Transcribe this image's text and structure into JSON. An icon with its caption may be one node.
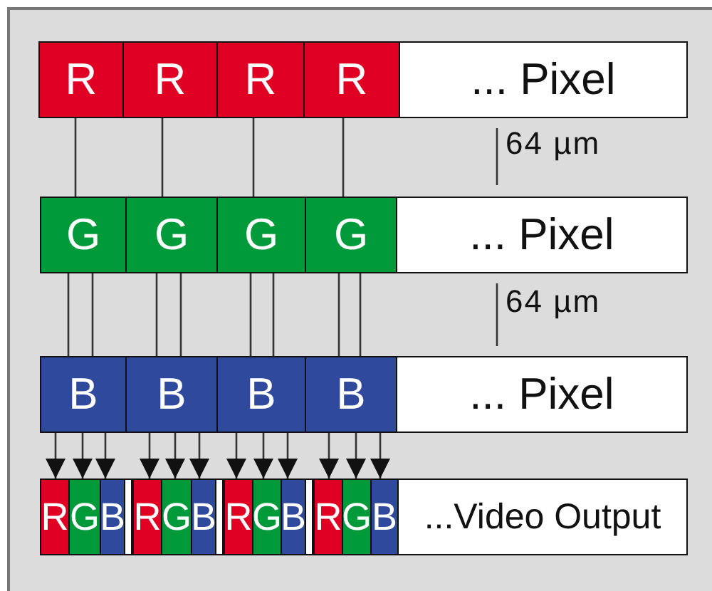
{
  "diagram": {
    "nodes": [
      {
        "text": [
          "R"
        ]
      },
      {
        "text": [
          "R"
        ]
      },
      {
        "text": [
          "R"
        ]
      },
      {
        "text": [
          "R"
        ]
      },
      {
        "text": [
          "... Pixel"
        ]
      },
      {
        "text": [
          "G"
        ]
      },
      {
        "text": [
          "G"
        ]
      },
      {
        "text": [
          "G"
        ]
      },
      {
        "text": [
          "G"
        ]
      },
      {
        "text": [
          "... Pixel"
        ]
      },
      {
        "text": [
          "B"
        ]
      },
      {
        "text": [
          "B"
        ]
      },
      {
        "text": [
          "B"
        ]
      },
      {
        "text": [
          "B"
        ]
      },
      {
        "text": [
          "... Pixel"
        ]
      },
      {
        "text": [
          "R"
        ]
      },
      {
        "text": [
          "G"
        ]
      },
      {
        "text": [
          "B"
        ]
      },
      {
        "text": [
          "R"
        ]
      },
      {
        "text": [
          "G"
        ]
      },
      {
        "text": [
          "B"
        ]
      },
      {
        "text": [
          "R"
        ]
      },
      {
        "text": [
          "G"
        ]
      },
      {
        "text": [
          "B"
        ]
      },
      {
        "text": [
          "R"
        ]
      },
      {
        "text": [
          "G"
        ]
      },
      {
        "text": [
          "B"
        ]
      },
      {
        "text": [
          "...Video Output"
        ]
      }
    ],
    "edges": [
      {
        "from": 0,
        "to": 5,
        "arrow": "none"
      },
      {
        "from": 1,
        "to": 6,
        "arrow": "none"
      },
      {
        "from": 2,
        "to": 7,
        "arrow": "none"
      },
      {
        "from": 3,
        "to": 8,
        "arrow": "none"
      },
      {
        "from": 5,
        "to": 10,
        "arrow": "none"
      },
      {
        "from": 5,
        "to": 10,
        "arrow": "none"
      },
      {
        "from": 6,
        "to": 11,
        "arrow": "none"
      },
      {
        "from": 6,
        "to": 11,
        "arrow": "none"
      },
      {
        "from": 7,
        "to": 12,
        "arrow": "none"
      },
      {
        "from": 7,
        "to": 12,
        "arrow": "none"
      },
      {
        "from": 8,
        "to": 13,
        "arrow": "none"
      },
      {
        "from": 8,
        "to": 13,
        "arrow": "none"
      },
      {
        "from": 10,
        "to": 15,
        "arrow": "to"
      },
      {
        "from": 10,
        "to": 16,
        "arrow": "to"
      },
      {
        "from": 10,
        "to": 17,
        "arrow": "to"
      },
      {
        "from": 11,
        "to": 18,
        "arrow": "to"
      },
      {
        "from": 11,
        "to": 19,
        "arrow": "to"
      },
      {
        "from": 11,
        "to": 20,
        "arrow": "to"
      },
      {
        "from": 12,
        "to": 21,
        "arrow": "to"
      },
      {
        "from": 12,
        "to": 22,
        "arrow": "to"
      },
      {
        "from": 12,
        "to": 23,
        "arrow": "to"
      },
      {
        "from": 13,
        "to": 24,
        "arrow": "to"
      },
      {
        "from": 13,
        "to": 25,
        "arrow": "to"
      },
      {
        "from": 13,
        "to": 26,
        "arrow": "to"
      }
    ],
    "labels": [
      "64 µm",
      "64 µm"
    ]
  }
}
